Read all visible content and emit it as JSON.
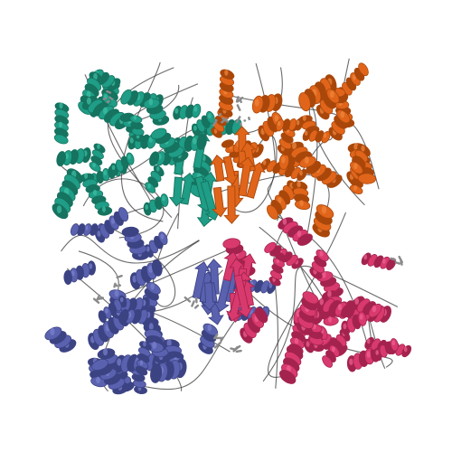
{
  "image": {
    "subject": "protein-tetramer-ribbon",
    "background": "#ffffff",
    "chains": [
      {
        "id": "chain-teal",
        "color": "#1f9d86",
        "shade": "#15735f",
        "light": "#3fc0a5",
        "quadrant": "top-left"
      },
      {
        "id": "chain-orange",
        "color": "#e0651a",
        "shade": "#a9470b",
        "light": "#f0883f",
        "quadrant": "top-right"
      },
      {
        "id": "chain-blue",
        "color": "#5a62b0",
        "shade": "#3c4383",
        "light": "#7a82cf",
        "quadrant": "bottom-left"
      },
      {
        "id": "chain-pink",
        "color": "#d93a6e",
        "shade": "#a4234e",
        "light": "#ef6391",
        "quadrant": "bottom-right"
      }
    ],
    "ligand_color": "#8a8a8a",
    "loop_color": "#3a3a3a"
  }
}
